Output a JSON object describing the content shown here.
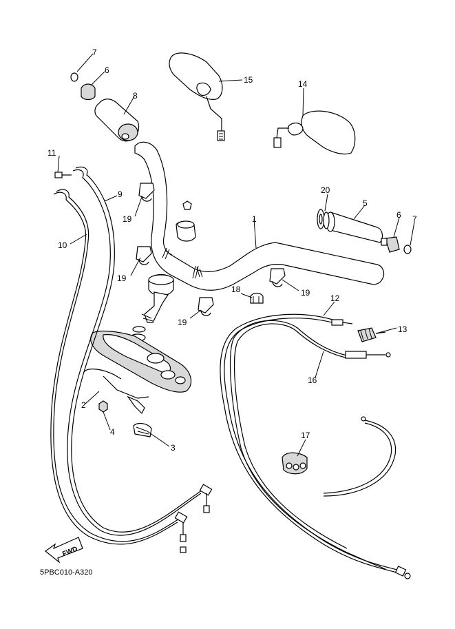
{
  "diagram": {
    "code": "5PBC010-A320",
    "fwd_label": "FWD",
    "callouts": {
      "c1": "1",
      "c2": "2",
      "c3": "3",
      "c4": "4",
      "c5": "5",
      "c6a": "6",
      "c6b": "6",
      "c7a": "7",
      "c7b": "7",
      "c8": "8",
      "c9": "9",
      "c10": "10",
      "c11": "11",
      "c12": "12",
      "c13": "13",
      "c14": "14",
      "c15": "15",
      "c16": "16",
      "c17": "17",
      "c18": "18",
      "c19a": "19",
      "c19b": "19",
      "c19c": "19",
      "c19d": "19",
      "c20": "20"
    }
  }
}
